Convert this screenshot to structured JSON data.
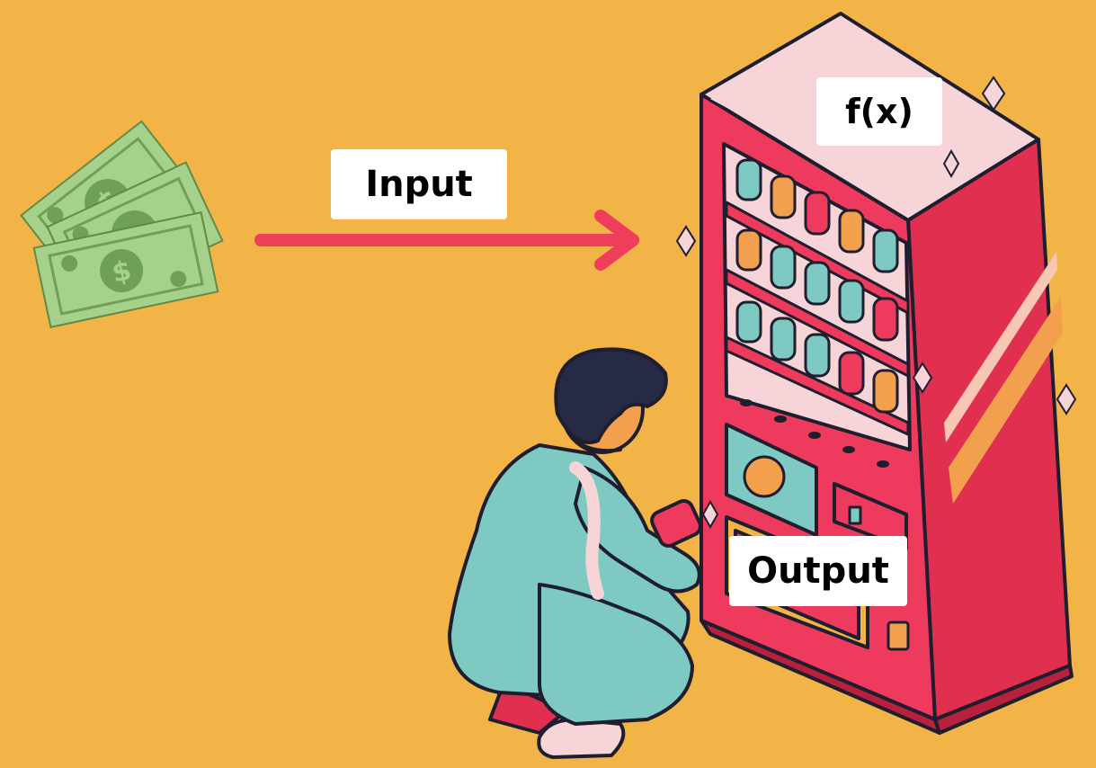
{
  "labels": {
    "input": "Input",
    "function": "f(x)",
    "output": "Output"
  },
  "colors": {
    "background": "#F2B447",
    "arrow": "#EF3E5C",
    "machine": "#EE3A5D",
    "money": "#A6D18A",
    "jumpsuit": "#7FC9C3",
    "hair": "#262A44",
    "label_bg": "#FFFFFF"
  },
  "icons": {
    "money": "money-bills-icon",
    "arrow": "arrow-right-icon",
    "machine": "vending-machine-illustration",
    "person": "crouching-person-illustration"
  }
}
